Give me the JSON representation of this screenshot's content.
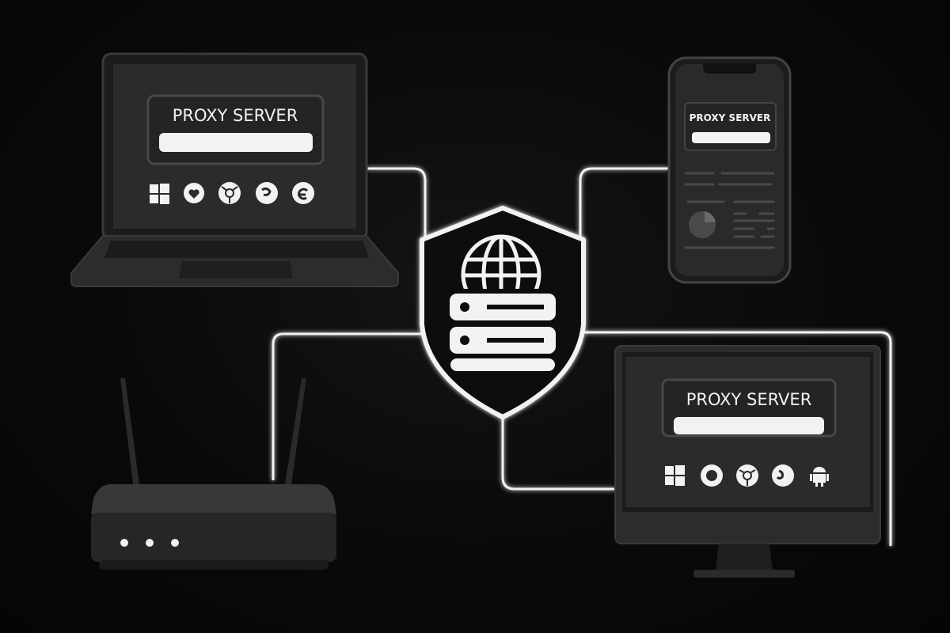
{
  "laptop": {
    "screen_title": "PROXY SERVER",
    "icons": [
      "windows-icon",
      "heart-browser-icon",
      "chrome-icon",
      "firefox-icon",
      "edge-icon"
    ]
  },
  "phone": {
    "screen_title": "PROXY SERVER"
  },
  "desktop": {
    "screen_title": "PROXY SERVER",
    "icons": [
      "windows-icon",
      "opera-icon",
      "chrome-icon",
      "firefox-icon",
      "android-icon"
    ]
  },
  "center": {
    "icon": "shield-globe-server-icon"
  },
  "colors": {
    "background": "#080808",
    "device": "#2a2a2c",
    "line": "#f2f2f2"
  }
}
